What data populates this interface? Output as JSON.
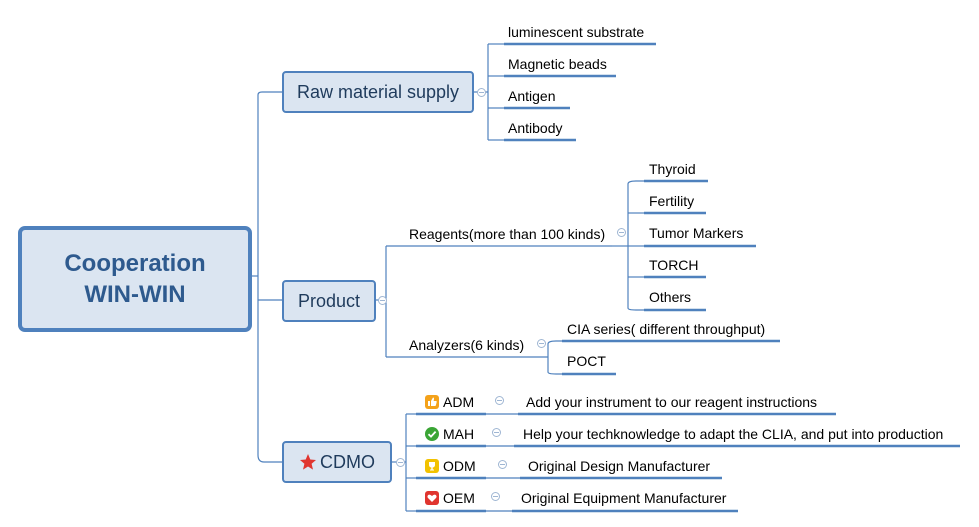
{
  "root": {
    "line1": "Cooperation",
    "line2": "WIN-WIN"
  },
  "raw_material": {
    "label": "Raw material supply",
    "items": [
      "luminescent substrate",
      "Magnetic beads",
      "Antigen",
      "Antibody"
    ]
  },
  "product": {
    "label": "Product",
    "reagents": {
      "label": "Reagents(more than 100 kinds)",
      "items": [
        "Thyroid",
        "Fertility",
        "Tumor Markers",
        "TORCH",
        "Others"
      ]
    },
    "analyzers": {
      "label": "Analyzers(6 kinds)",
      "items": [
        "CIA series( different throughput)",
        "POCT"
      ]
    }
  },
  "cdmo": {
    "label": "CDMO",
    "star_icon": "star-icon",
    "items": [
      {
        "tag": "ADM",
        "icon": "thumbs-up-icon",
        "text": "Add your instrument to our reagent instructions"
      },
      {
        "tag": "MAH",
        "icon": "check-circle-icon",
        "text": "Help your techknowledge to adapt the CLIA, and put into production"
      },
      {
        "tag": "ODM",
        "icon": "trophy-icon",
        "text": "Original Design Manufacturer"
      },
      {
        "tag": "OEM",
        "icon": "heart-icon",
        "text": "Original Equipment Manufacturer"
      }
    ]
  },
  "colors": {
    "accent": "#4f81bd",
    "fill": "#dbe5f1",
    "text_dark": "#2e5a8e"
  }
}
